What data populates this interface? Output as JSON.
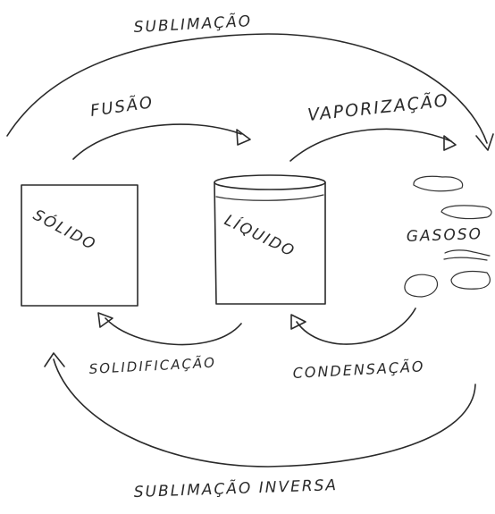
{
  "states": {
    "solid": "SÓLIDO",
    "liquid": "LÍQUIDO",
    "gas": "GASOSO"
  },
  "transitions": {
    "sublimation": "SUBLIMAÇÃO",
    "fusion": "FUSÃO",
    "vaporization": "VAPORIZAÇÃO",
    "solidification": "SOLIDIFICAÇÃO",
    "condensation": "CONDENSAÇÃO",
    "inverse_sublimation": "SUBLIMAÇÃO INVERSA"
  }
}
